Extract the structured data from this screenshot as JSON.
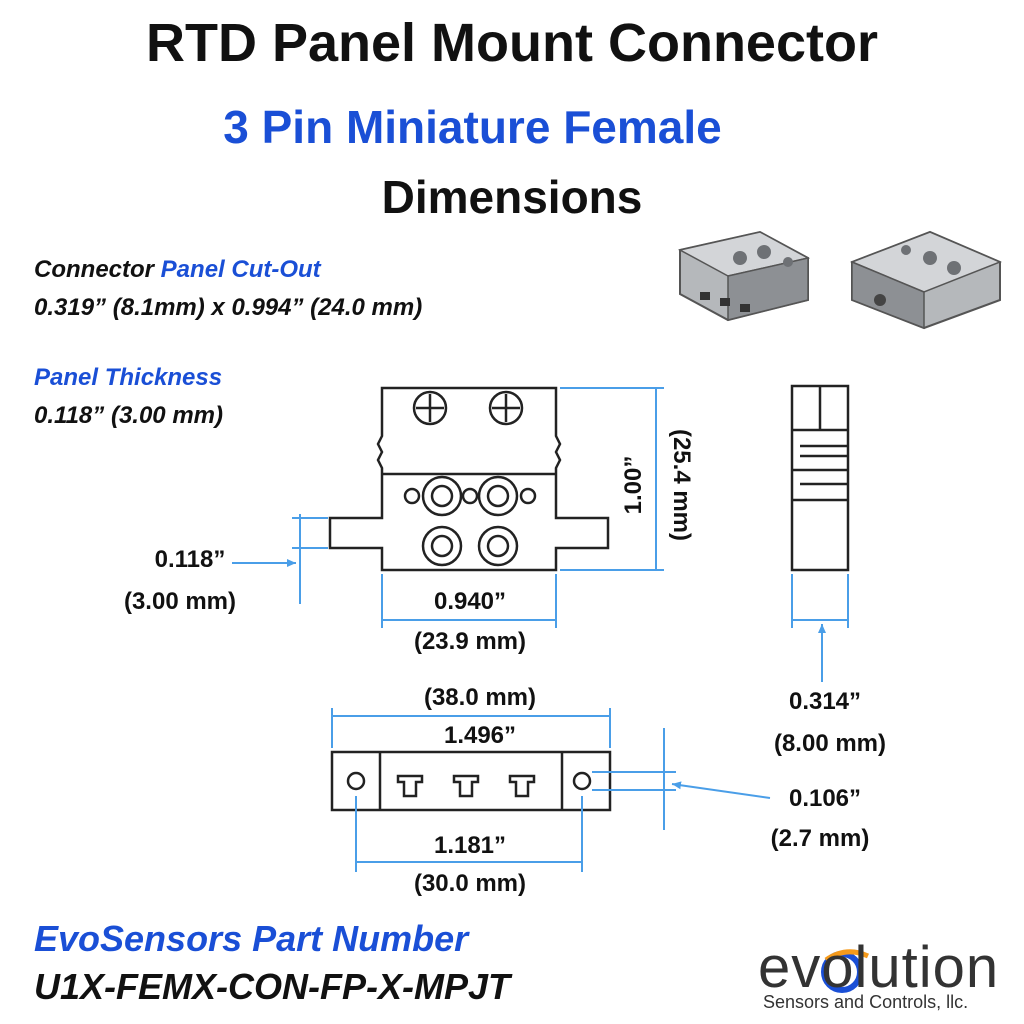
{
  "header": {
    "title": "RTD Panel Mount Connector",
    "subtitle": "3 Pin Miniature Female",
    "subtitle2": "Dimensions"
  },
  "specs": {
    "cutout_label_a": "Connector",
    "cutout_label_b": "Panel Cut-Out",
    "cutout_value": "0.319” (8.1mm) x 0.994” (24.0 mm)",
    "thickness_label": "Panel Thickness",
    "thickness_value": "0.118” (3.00 mm)"
  },
  "dimensions": {
    "flange_thickness_in": "0.118”",
    "flange_thickness_mm": "(3.00 mm)",
    "body_width_in": "0.940”",
    "body_width_mm": "(23.9 mm)",
    "height_in": "1.00”",
    "height_mm": "(25.4 mm)",
    "side_depth_in": "0.314”",
    "side_depth_mm": "(8.00 mm)",
    "overall_width_mm": "(38.0 mm)",
    "overall_width_in": "1.496”",
    "hole_dia_in": "0.106”",
    "hole_dia_mm": "(2.7 mm)",
    "hole_spacing_in": "1.181”",
    "hole_spacing_mm": "(30.0 mm)"
  },
  "part_number": {
    "label": "EvoSensors Part Number",
    "value": "U1X-FEMX-CON-FP-X-MPJT"
  },
  "logo": {
    "word": "evolution",
    "subtitle": "Sensors and Controls, llc."
  },
  "colors": {
    "accent_blue": "#1a4fd6",
    "dimension_line_blue": "#4a9ee8",
    "text": "#111111"
  }
}
